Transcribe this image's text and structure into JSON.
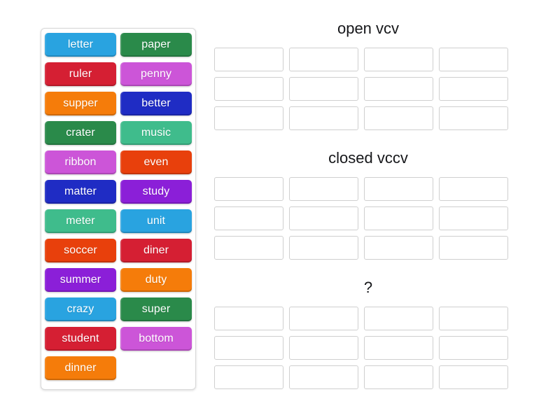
{
  "activity": {
    "type": "group-sort",
    "tray": {
      "name": "word-tile-tray",
      "tiles": [
        {
          "label": "letter",
          "color": "#29a3e0"
        },
        {
          "label": "paper",
          "color": "#2a8a4a"
        },
        {
          "label": "ruler",
          "color": "#d51f33"
        },
        {
          "label": "penny",
          "color": "#cc55d8"
        },
        {
          "label": "supper",
          "color": "#f57c0a"
        },
        {
          "label": "better",
          "color": "#1f2cc4"
        },
        {
          "label": "crater",
          "color": "#2a8a4a"
        },
        {
          "label": "music",
          "color": "#3fbc8c"
        },
        {
          "label": "ribbon",
          "color": "#cc55d8"
        },
        {
          "label": "even",
          "color": "#e8400c"
        },
        {
          "label": "matter",
          "color": "#1f2cc4"
        },
        {
          "label": "study",
          "color": "#8b1fd8"
        },
        {
          "label": "meter",
          "color": "#3fbc8c"
        },
        {
          "label": "unit",
          "color": "#29a3e0"
        },
        {
          "label": "soccer",
          "color": "#e8400c"
        },
        {
          "label": "diner",
          "color": "#d51f33"
        },
        {
          "label": "summer",
          "color": "#8b1fd8"
        },
        {
          "label": "duty",
          "color": "#f57c0a"
        },
        {
          "label": "crazy",
          "color": "#29a3e0"
        },
        {
          "label": "super",
          "color": "#2a8a4a"
        },
        {
          "label": "student",
          "color": "#d51f33"
        },
        {
          "label": "bottom",
          "color": "#cc55d8"
        },
        {
          "label": "dinner",
          "color": "#f57c0a"
        }
      ]
    },
    "groups": [
      {
        "title": "open vcv",
        "slot_rows": 3,
        "slot_cols": 4,
        "slots": [
          "",
          "",
          "",
          "",
          "",
          "",
          "",
          "",
          "",
          "",
          "",
          ""
        ]
      },
      {
        "title": "closed vccv",
        "slot_rows": 3,
        "slot_cols": 4,
        "slots": [
          "",
          "",
          "",
          "",
          "",
          "",
          "",
          "",
          "",
          "",
          "",
          ""
        ]
      },
      {
        "title": "?",
        "slot_rows": 3,
        "slot_cols": 4,
        "slots": [
          "",
          "",
          "",
          "",
          "",
          "",
          "",
          "",
          "",
          "",
          "",
          ""
        ]
      }
    ]
  },
  "colors": {
    "page_background": "#ffffff",
    "tray_border": "#d8d8d8",
    "slot_border": "#cfcfcf",
    "slot_fill": "#ffffff",
    "title_text": "#16171a",
    "tile_text": "#ffffff"
  }
}
